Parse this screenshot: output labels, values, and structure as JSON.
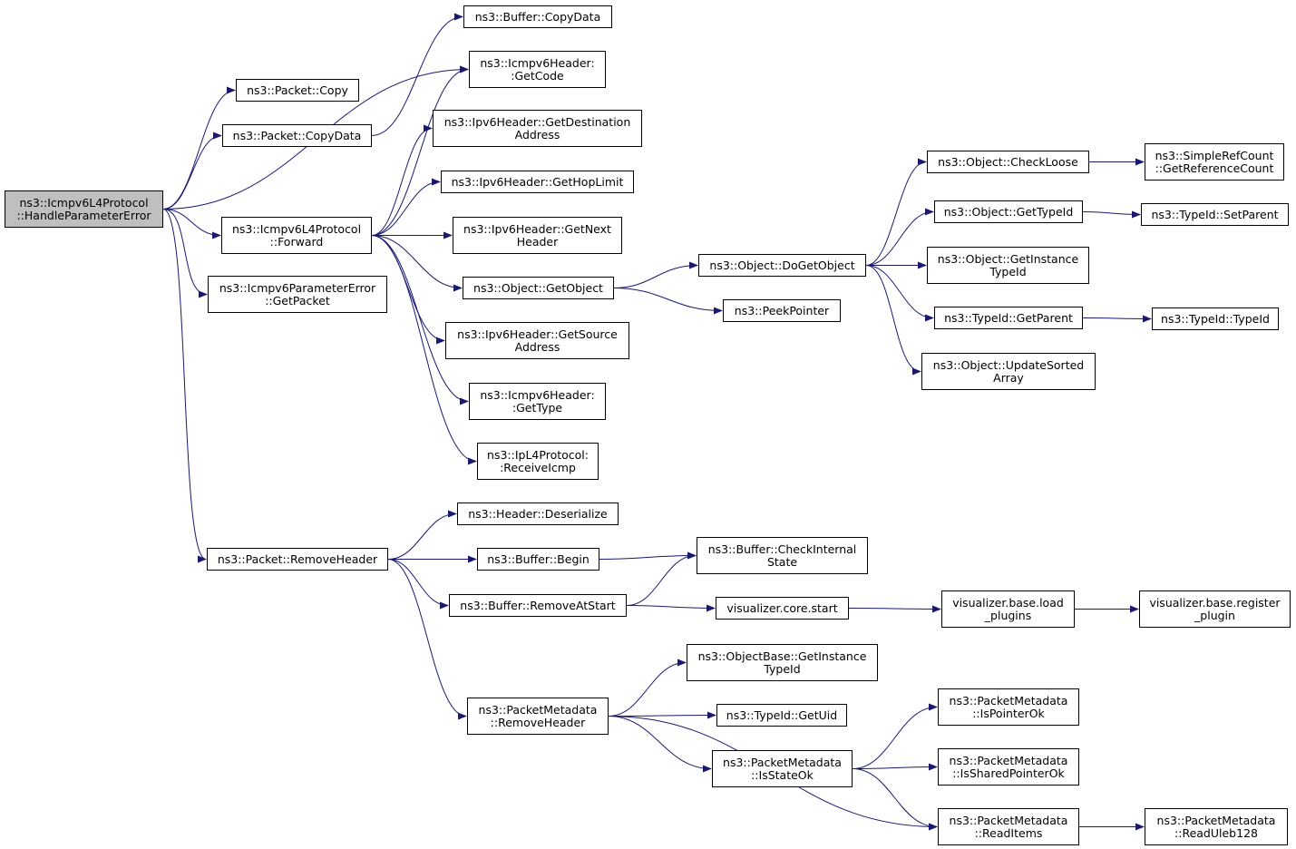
{
  "colors": {
    "edge": "#191970",
    "node_border": "#000000",
    "root_fill": "#bfbfbf",
    "node_fill": "#ffffff"
  },
  "nodes": {
    "handle_param_error": [
      "ns3::Icmpv6L4Protocol",
      "::HandleParameterError"
    ],
    "packet_copy": [
      "ns3::Packet::Copy"
    ],
    "packet_copydata": [
      "ns3::Packet::CopyData"
    ],
    "forward": [
      "ns3::Icmpv6L4Protocol",
      "::Forward"
    ],
    "param_error_getpacket": [
      "ns3::Icmpv6ParameterError",
      "::GetPacket"
    ],
    "packet_removeheader": [
      "ns3::Packet::RemoveHeader"
    ],
    "buffer_copydata": [
      "ns3::Buffer::CopyData"
    ],
    "icmp_getcode": [
      "ns3::Icmpv6Header:",
      ":GetCode"
    ],
    "ipv6_getdest": [
      "ns3::Ipv6Header::GetDestination",
      "Address"
    ],
    "ipv6_gethoplimit": [
      "ns3::Ipv6Header::GetHopLimit"
    ],
    "ipv6_getnext": [
      "ns3::Ipv6Header::GetNext",
      "Header"
    ],
    "object_getobject": [
      "ns3::Object::GetObject"
    ],
    "ipv6_getsource": [
      "ns3::Ipv6Header::GetSource",
      "Address"
    ],
    "icmp_gettype": [
      "ns3::Icmpv6Header:",
      ":GetType"
    ],
    "ipl4_receiveicmp": [
      "ns3::IpL4Protocol:",
      ":ReceiveIcmp"
    ],
    "object_dogetobject": [
      "ns3::Object::DoGetObject"
    ],
    "peekpointer": [
      "ns3::PeekPointer"
    ],
    "object_checkloose": [
      "ns3::Object::CheckLoose"
    ],
    "object_gettypeid": [
      "ns3::Object::GetTypeId"
    ],
    "object_getinstancetypeid": [
      "ns3::Object::GetInstance",
      "TypeId"
    ],
    "typeid_getparent": [
      "ns3::TypeId::GetParent"
    ],
    "object_updatesortedarray": [
      "ns3::Object::UpdateSorted",
      "Array"
    ],
    "simplerefcount": [
      "ns3::SimpleRefCount",
      "::GetReferenceCount"
    ],
    "typeid_setparent": [
      "ns3::TypeId::SetParent"
    ],
    "typeid_typeid": [
      "ns3::TypeId::TypeId"
    ],
    "header_deserialize": [
      "ns3::Header::Deserialize"
    ],
    "buffer_begin": [
      "ns3::Buffer::Begin"
    ],
    "buffer_removeatstart": [
      "ns3::Buffer::RemoveAtStart"
    ],
    "buffer_checkinternal": [
      "ns3::Buffer::CheckInternal",
      "State"
    ],
    "vis_core_start": [
      "visualizer.core.start"
    ],
    "vis_load_plugins": [
      "visualizer.base.load",
      "_plugins"
    ],
    "vis_register_plugin": [
      "visualizer.base.register",
      "_plugin"
    ],
    "pm_removeheader": [
      "ns3::PacketMetadata",
      "::RemoveHeader"
    ],
    "objectbase_getinstancetypeid": [
      "ns3::ObjectBase::GetInstance",
      "TypeId"
    ],
    "typeid_getuid": [
      "ns3::TypeId::GetUid"
    ],
    "pm_isstateok": [
      "ns3::PacketMetadata",
      "::IsStateOk"
    ],
    "pm_ispointerok": [
      "ns3::PacketMetadata",
      "::IsPointerOk"
    ],
    "pm_issharedpointerok": [
      "ns3::PacketMetadata",
      "::IsSharedPointerOk"
    ],
    "pm_readitems": [
      "ns3::PacketMetadata",
      "::ReadItems"
    ],
    "pm_readuleb128": [
      "ns3::PacketMetadata",
      "::ReadUleb128"
    ]
  },
  "edges": [
    [
      "handle_param_error",
      "packet_copy"
    ],
    [
      "handle_param_error",
      "packet_copydata"
    ],
    [
      "handle_param_error",
      "icmp_getcode"
    ],
    [
      "handle_param_error",
      "forward"
    ],
    [
      "handle_param_error",
      "param_error_getpacket"
    ],
    [
      "handle_param_error",
      "packet_removeheader"
    ],
    [
      "packet_copydata",
      "buffer_copydata"
    ],
    [
      "forward",
      "icmp_getcode"
    ],
    [
      "forward",
      "ipv6_getdest"
    ],
    [
      "forward",
      "ipv6_gethoplimit"
    ],
    [
      "forward",
      "ipv6_getnext"
    ],
    [
      "forward",
      "object_getobject"
    ],
    [
      "forward",
      "ipv6_getsource"
    ],
    [
      "forward",
      "icmp_gettype"
    ],
    [
      "forward",
      "ipl4_receiveicmp"
    ],
    [
      "object_getobject",
      "object_dogetobject"
    ],
    [
      "object_getobject",
      "peekpointer"
    ],
    [
      "object_dogetobject",
      "object_checkloose"
    ],
    [
      "object_dogetobject",
      "object_gettypeid"
    ],
    [
      "object_dogetobject",
      "object_getinstancetypeid"
    ],
    [
      "object_dogetobject",
      "typeid_getparent"
    ],
    [
      "object_dogetobject",
      "object_updatesortedarray"
    ],
    [
      "object_checkloose",
      "simplerefcount"
    ],
    [
      "object_gettypeid",
      "typeid_setparent"
    ],
    [
      "typeid_getparent",
      "typeid_typeid"
    ],
    [
      "packet_removeheader",
      "header_deserialize"
    ],
    [
      "packet_removeheader",
      "buffer_begin"
    ],
    [
      "packet_removeheader",
      "buffer_removeatstart"
    ],
    [
      "packet_removeheader",
      "pm_removeheader"
    ],
    [
      "buffer_begin",
      "buffer_checkinternal"
    ],
    [
      "buffer_removeatstart",
      "buffer_checkinternal"
    ],
    [
      "buffer_removeatstart",
      "vis_core_start"
    ],
    [
      "vis_core_start",
      "vis_load_plugins"
    ],
    [
      "vis_load_plugins",
      "vis_register_plugin"
    ],
    [
      "pm_removeheader",
      "objectbase_getinstancetypeid"
    ],
    [
      "pm_removeheader",
      "typeid_getuid"
    ],
    [
      "pm_removeheader",
      "pm_isstateok"
    ],
    [
      "pm_removeheader",
      "pm_readitems"
    ],
    [
      "pm_isstateok",
      "pm_ispointerok"
    ],
    [
      "pm_isstateok",
      "pm_issharedpointerok"
    ],
    [
      "pm_isstateok",
      "pm_readitems"
    ],
    [
      "pm_readitems",
      "pm_readuleb128"
    ]
  ]
}
